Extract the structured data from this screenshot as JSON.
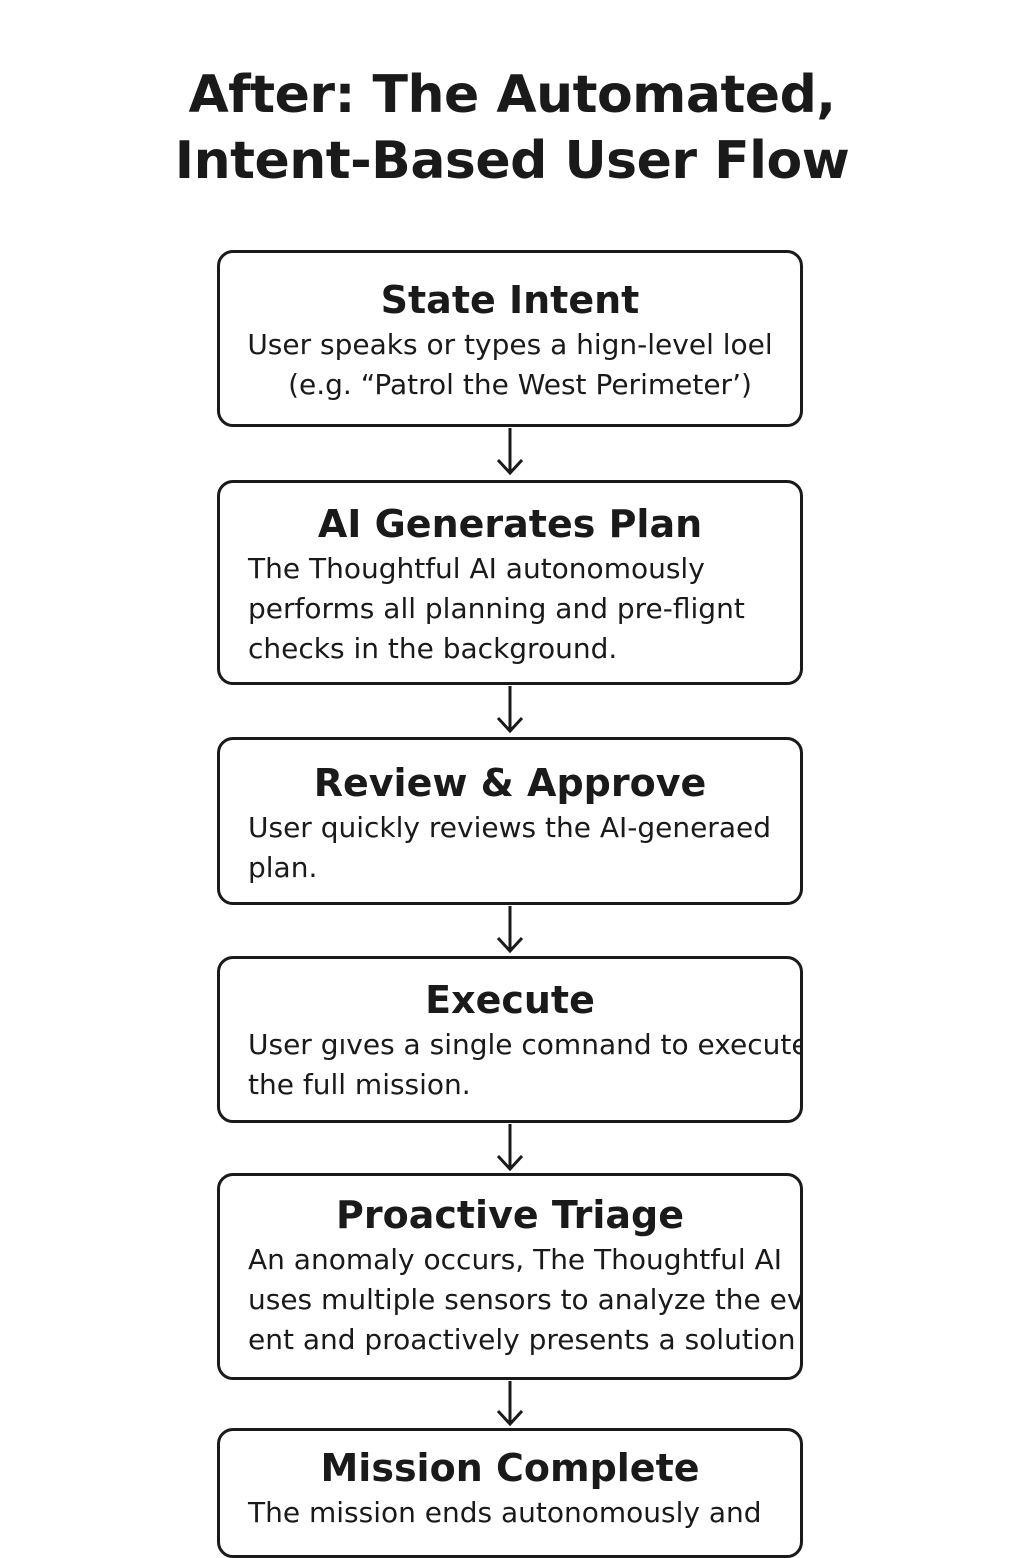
{
  "page_title": {
    "line1": "After: The Automated,",
    "line2": "Intent-Based User Flow"
  },
  "steps": [
    {
      "title": "State Intent",
      "lines": [
        "User speaks or types a hign-level loel",
        "(e.g. “Patrol the West Perimeter’)"
      ]
    },
    {
      "title": "AI Generates Plan",
      "lines": [
        "The Thoughtful AI autonomously",
        "performs all planning and pre-flignt",
        "checks in the background."
      ]
    },
    {
      "title": "Review & Approve",
      "lines": [
        "User quickly reviews the AI-generaed",
        "plan."
      ]
    },
    {
      "title": "Execute",
      "lines": [
        "User gıves a single comnand to execute",
        "the full mission."
      ]
    },
    {
      "title": "Proactive Triage",
      "lines": [
        "An anomaly occurs, The Thoughtful AI",
        "uses multiple sensors to analyze the ev",
        "ent and proactively presents a solution t"
      ]
    },
    {
      "title": "Mission Complete",
      "lines": [
        "The mission ends autonomously and"
      ]
    }
  ],
  "colors": {
    "ink": "#1a1a1a",
    "background": "#ffffff"
  },
  "icons": {
    "connector": "arrow-down-icon"
  }
}
